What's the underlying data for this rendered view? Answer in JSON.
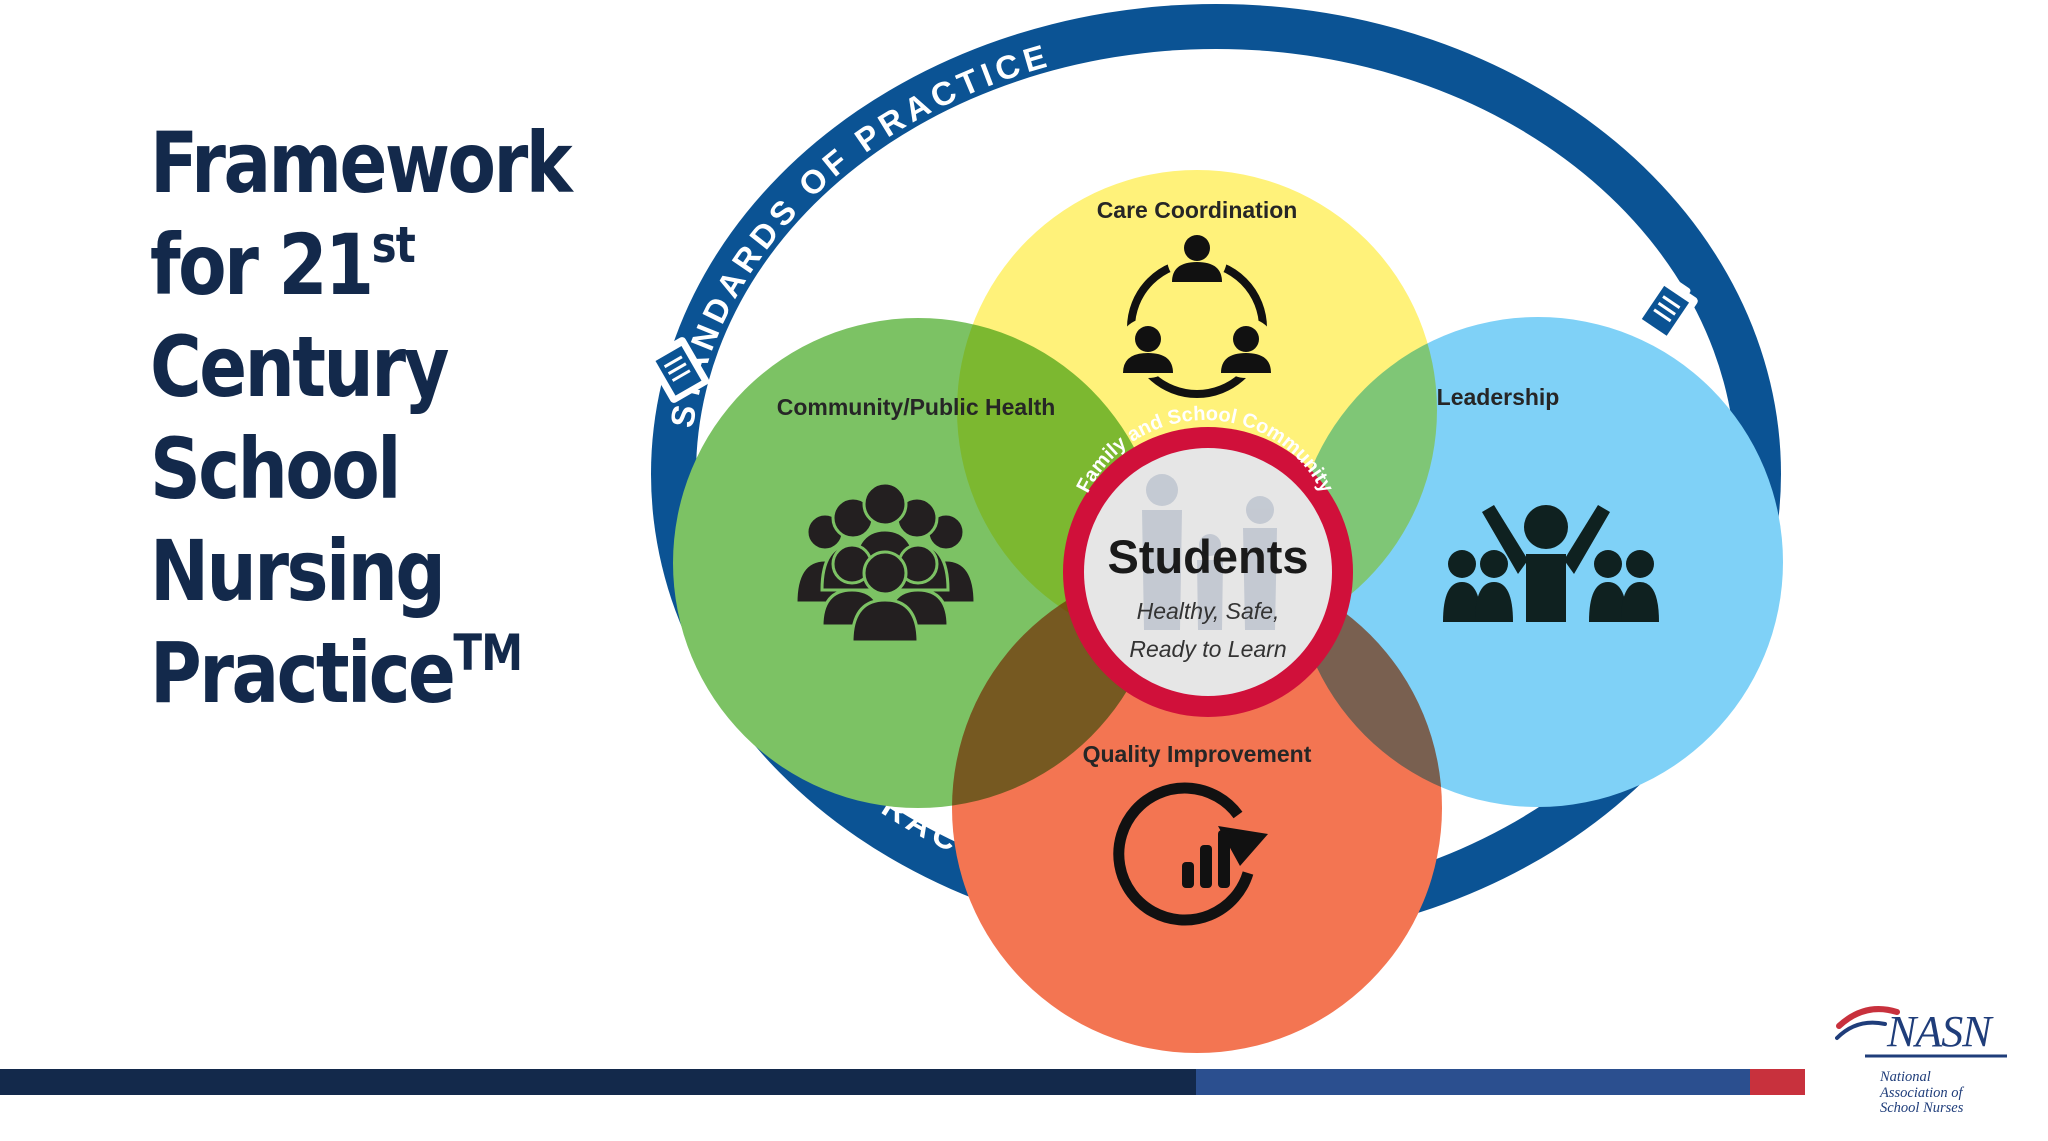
{
  "slide": {
    "title_lines": [
      {
        "text": "Framework",
        "sup": ""
      },
      {
        "text": "for 21",
        "sup": "st"
      },
      {
        "text": "Century",
        "sup": ""
      },
      {
        "text": "School",
        "sup": ""
      },
      {
        "text": "Nursing",
        "sup": ""
      },
      {
        "text": "Practice",
        "sup": "TM"
      }
    ]
  },
  "diagram": {
    "ring_label": "STANDARDS OF PRACTICE",
    "principles": [
      {
        "key": "care_coordination",
        "label": "Care Coordination",
        "color": "#fff27a",
        "icon": "team-circle-icon"
      },
      {
        "key": "community",
        "label": "Community/Public Health",
        "color": "#7cc264",
        "icon": "crowd-icon"
      },
      {
        "key": "leadership",
        "label": "Leadership",
        "color": "#7fd1f7",
        "icon": "leader-icon"
      },
      {
        "key": "quality",
        "label": "Quality Improvement",
        "color": "#f37552",
        "icon": "chart-cycle-icon"
      }
    ],
    "center": {
      "ring_text": "Family and School Community",
      "title": "Students",
      "subtitle_lines": [
        "Healthy, Safe,",
        "Ready to Learn"
      ]
    },
    "colors": {
      "ring": "#0b5394",
      "center_ring": "#d0103a"
    }
  },
  "logo": {
    "word": "NASN",
    "subtitle_lines": [
      "National",
      "Association of",
      "School Nurses"
    ]
  },
  "colors": {
    "title": "#13294b",
    "bar_navy": "#13294b",
    "bar_blue": "#2b4f8f",
    "bar_red": "#c8313d"
  }
}
